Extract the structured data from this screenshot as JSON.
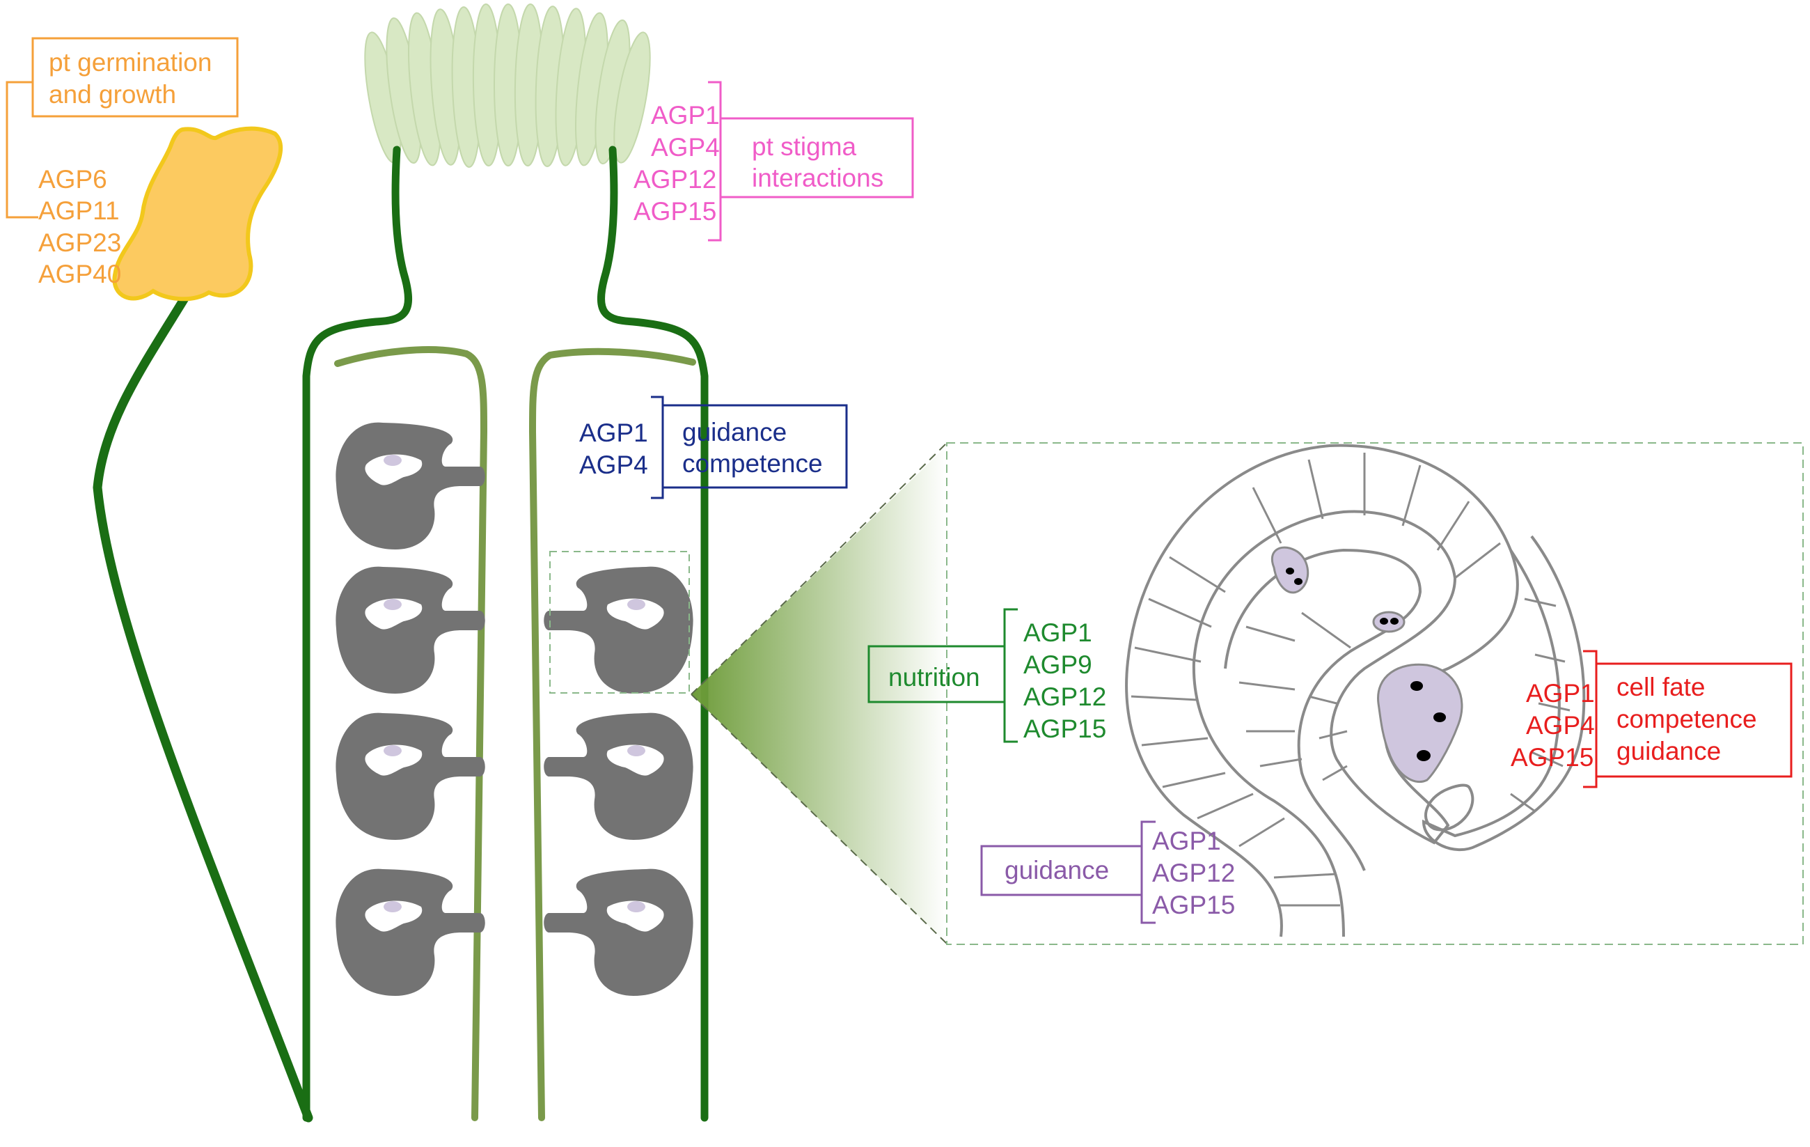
{
  "colors": {
    "pollen_tube_role": "#f5a03a",
    "stigma_role": "#f05cc8",
    "ovary_role": "#1a2e8a",
    "nutrition_role": "#1e8a2e",
    "ovule_guidance_role": "#8a5aa8",
    "cell_fate_role": "#e81e1e",
    "pistil_outline": "#1a6e14",
    "septum": "#7a9a4a",
    "stigma_papillae": "#d8e8c4",
    "pollen_grain": "#fcca60",
    "ovule_fill": "#737373",
    "ovule_cells": "#8a8a8a",
    "gametophyte": "#cfc6de",
    "callout_border": "#8ab88a"
  },
  "pollen": {
    "role": "pt germination and growth",
    "role_lines": [
      "pt germination",
      "and growth"
    ],
    "agps": [
      "AGP6",
      "AGP11",
      "AGP23",
      "AGP40"
    ]
  },
  "stigma": {
    "agps": [
      "AGP1",
      "AGP4",
      "AGP12",
      "AGP15"
    ],
    "role_lines": [
      "pt stigma",
      "interactions"
    ]
  },
  "ovary": {
    "agps": [
      "AGP1",
      "AGP4"
    ],
    "role_lines": [
      "guidance",
      "competence"
    ]
  },
  "ovule_detail": {
    "nutrition": {
      "role": "nutrition",
      "agps": [
        "AGP1",
        "AGP9",
        "AGP12",
        "AGP15"
      ]
    },
    "guidance": {
      "role": "guidance",
      "agps": [
        "AGP1",
        "AGP12",
        "AGP15"
      ]
    },
    "cell_fate": {
      "agps": [
        "AGP1",
        "AGP4",
        "AGP15"
      ],
      "role_lines": [
        "cell fate",
        "competence",
        "guidance"
      ]
    }
  }
}
